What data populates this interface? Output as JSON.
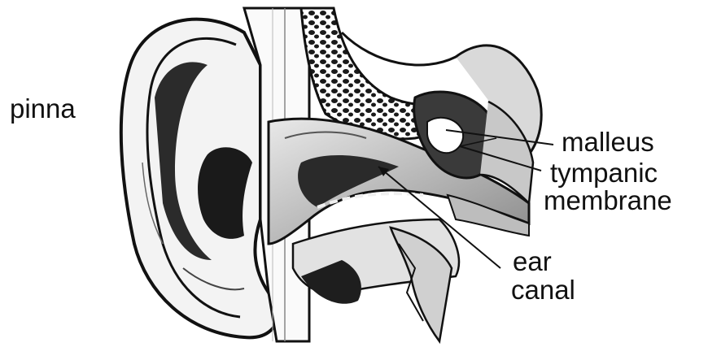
{
  "labels": {
    "pinna": "pinna",
    "malleus": "malleus",
    "tympanic_line1": "tympanic",
    "tympanic_line2": "membrane",
    "ear_line1": "ear",
    "ear_line2": "canal"
  },
  "colors": {
    "ink": "#111111",
    "shade": "#3a3a3a",
    "light_shade": "#9a9a9a",
    "background": "#ffffff"
  }
}
